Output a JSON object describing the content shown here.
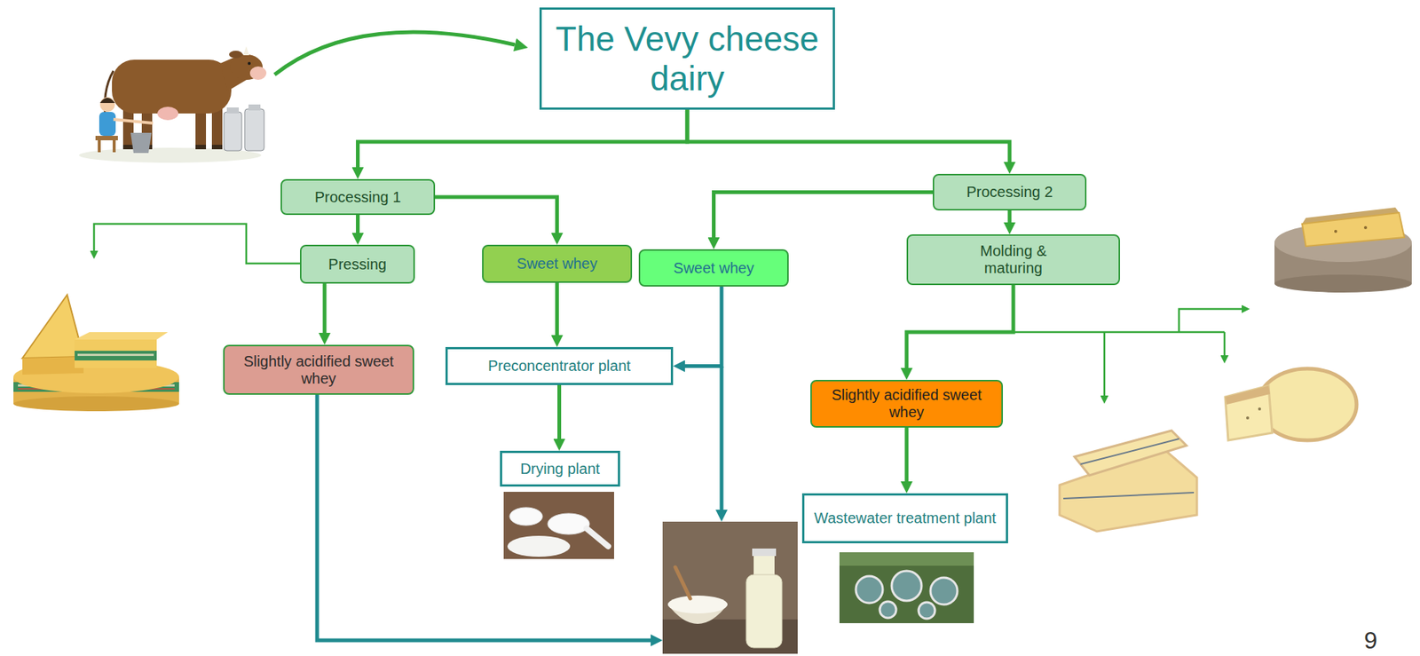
{
  "diagram": {
    "nodes": [
      {
        "text": [
          "The Vevy cheese dairy"
        ]
      },
      {
        "text": [
          "Processing 1"
        ]
      },
      {
        "text": [
          "Processing 2"
        ]
      },
      {
        "text": [
          "Pressing"
        ]
      },
      {
        "text": [
          "Sweet whey"
        ]
      },
      {
        "text": [
          "Sweet whey"
        ]
      },
      {
        "text": [
          "Molding & maturing"
        ]
      },
      {
        "text": [
          "Slightly acidified sweet whey"
        ]
      },
      {
        "text": [
          "Preconcentrator plant"
        ]
      },
      {
        "text": [
          "Slightly acidified sweet whey"
        ]
      },
      {
        "text": [
          "Drying plant"
        ]
      },
      {
        "text": [
          "Wastewater treatment plant"
        ]
      }
    ],
    "edges": [
      {
        "from": 0,
        "to": 1,
        "arrow": "to"
      },
      {
        "from": 0,
        "to": 2,
        "arrow": "to"
      },
      {
        "from": 1,
        "to": 3,
        "arrow": "to"
      },
      {
        "from": 1,
        "to": 4,
        "arrow": "to"
      },
      {
        "from": 2,
        "to": 5,
        "arrow": "to"
      },
      {
        "from": 2,
        "to": 6,
        "arrow": "to"
      },
      {
        "from": 3,
        "to": 7,
        "arrow": "to"
      },
      {
        "from": 4,
        "to": 8,
        "arrow": "to"
      },
      {
        "from": 5,
        "to": 8,
        "arrow": "to"
      },
      {
        "from": 6,
        "to": 9,
        "arrow": "to"
      },
      {
        "from": 8,
        "to": 10,
        "arrow": "to"
      },
      {
        "from": 9,
        "to": 11,
        "arrow": "to"
      }
    ],
    "labels": [
      "9"
    ]
  }
}
